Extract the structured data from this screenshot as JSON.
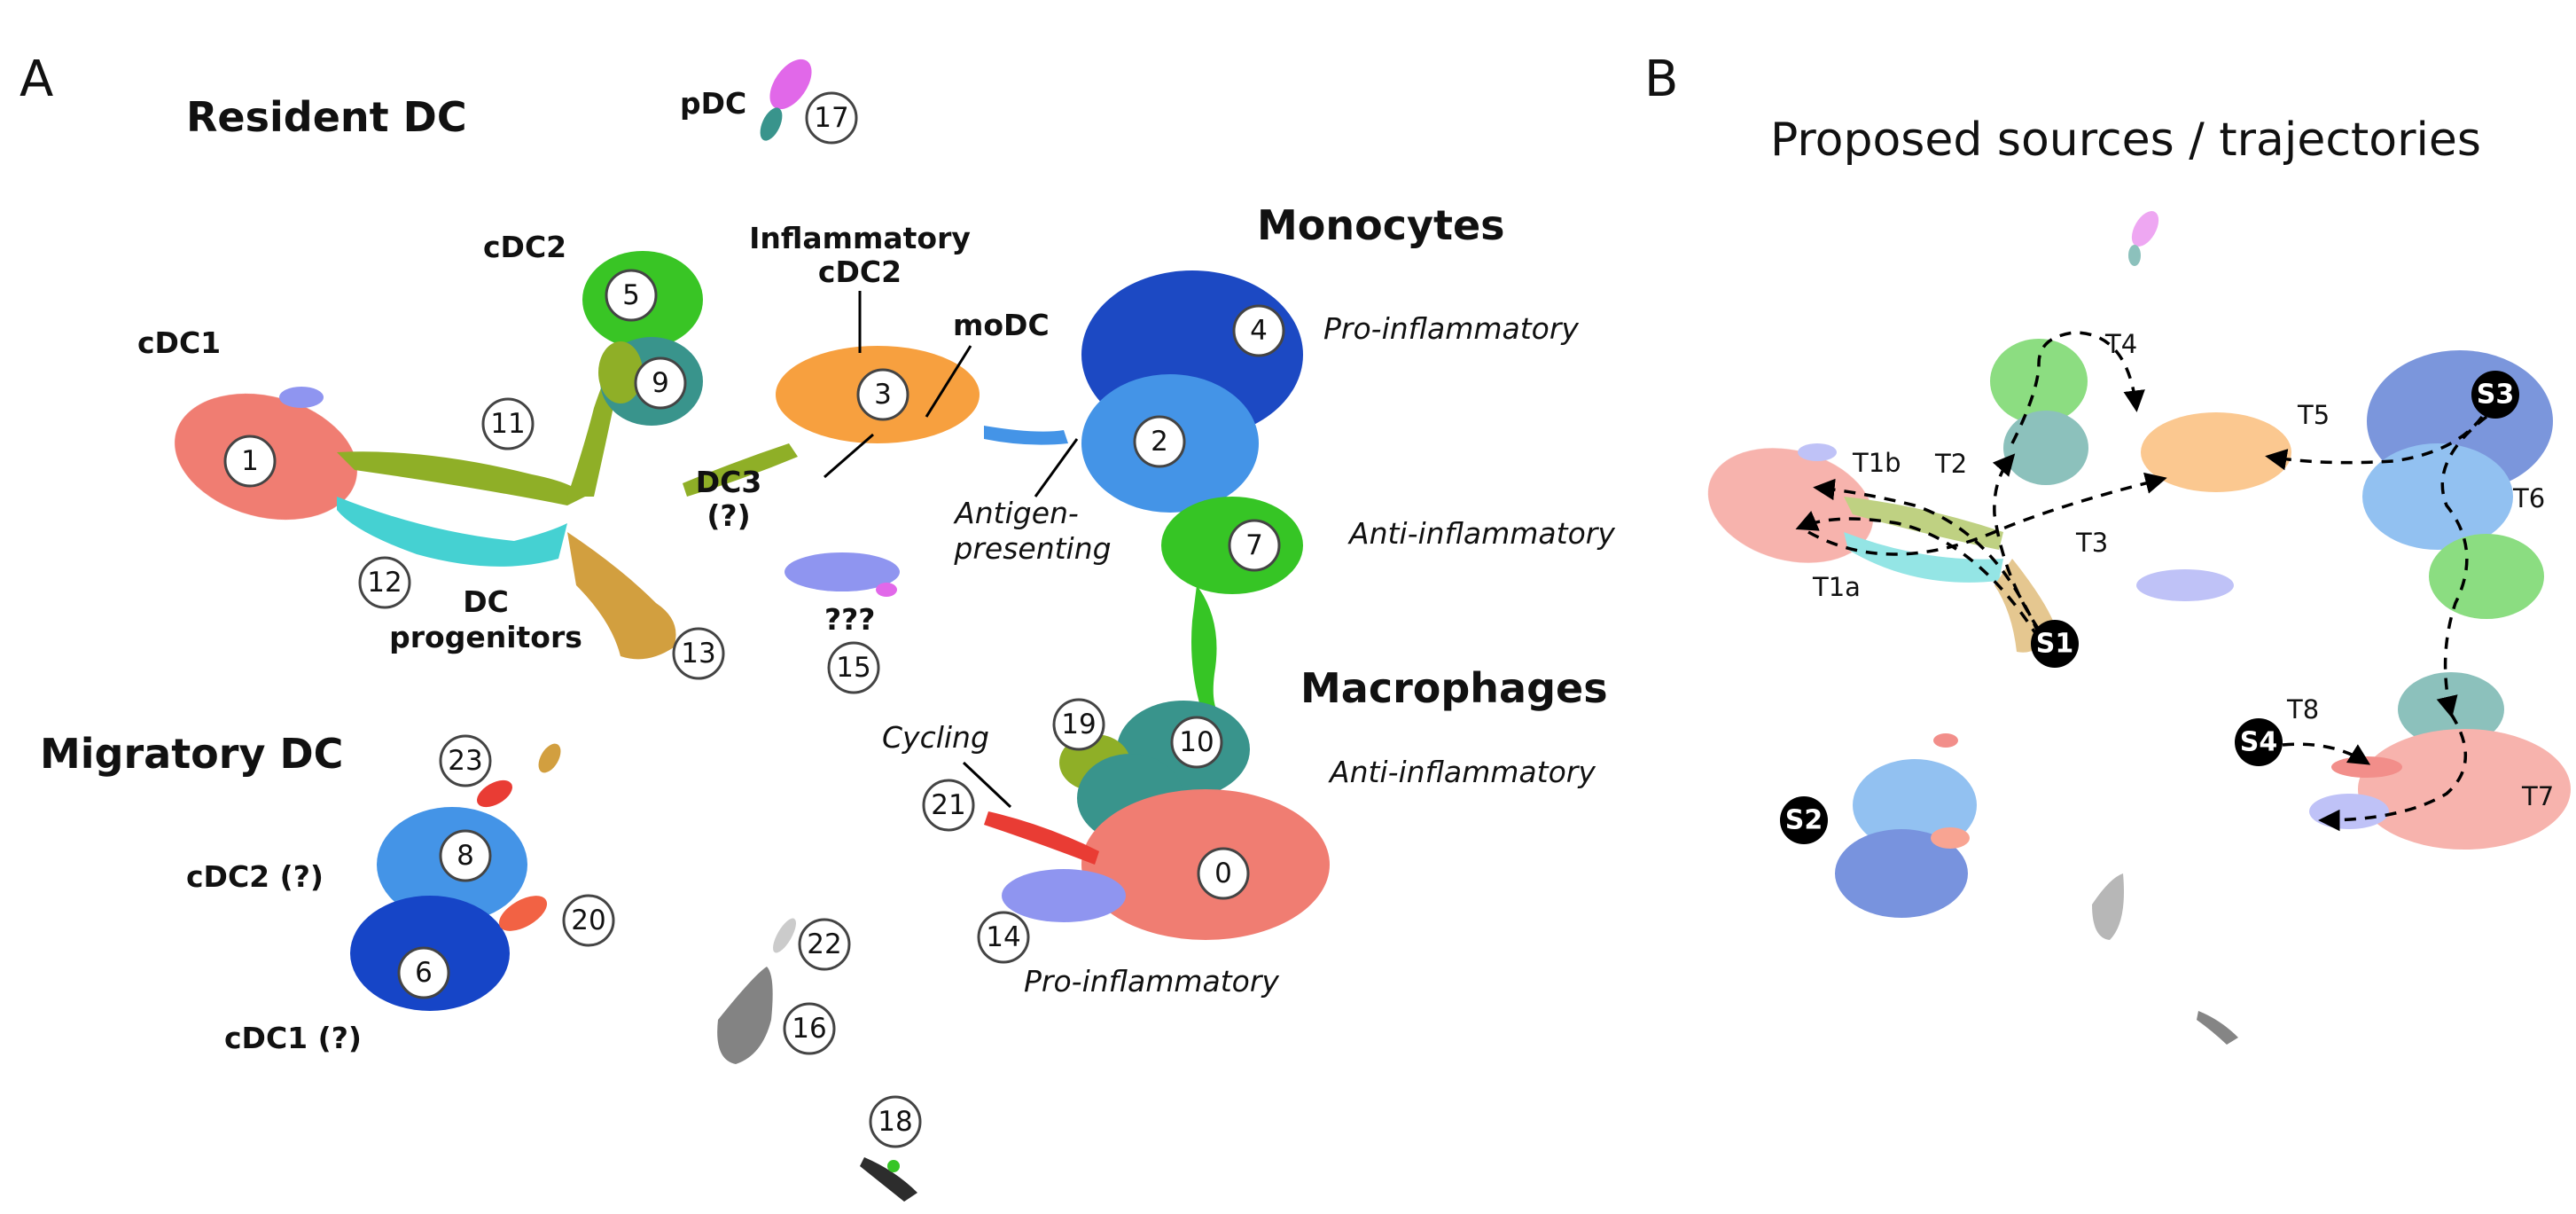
{
  "panels": {
    "a_letter": "A",
    "b_letter": "B",
    "b_title": "Proposed sources / trajectories"
  },
  "groups": {
    "resident_dc": "Resident DC",
    "migratory_dc": "Migratory DC",
    "monocytes": "Monocytes",
    "macrophages": "Macrophages"
  },
  "labels": {
    "pdc": "pDC",
    "cdc2": "cDC2",
    "cdc1": "cDC1",
    "inflam_1": "Inflammatory",
    "inflam_2": "cDC2",
    "modc": "moDC",
    "dc3_1": "DC3",
    "dc3_2": "(?)",
    "progen_1": "DC",
    "progen_2": "progenitors",
    "unknown": "???",
    "cdc2_q": "cDC2 (?)",
    "cdc1_q": "cDC1 (?)",
    "pro_inflam_mono": "Pro-inflammatory",
    "anti_inflam_mono": "Anti-inflammatory",
    "antigen_1": "Antigen-",
    "antigen_2": "presenting",
    "anti_inflam_mac": "Anti-inflammatory",
    "pro_inflam_mac": "Pro-inflammatory",
    "cycling": "Cycling"
  },
  "clusters": [
    {
      "id": "0",
      "color": "#f0766b"
    },
    {
      "id": "1",
      "color": "#f0766b"
    },
    {
      "id": "2",
      "color": "#3a8fe6"
    },
    {
      "id": "3",
      "color": "#f79b35"
    },
    {
      "id": "4",
      "color": "#1040c0"
    },
    {
      "id": "5",
      "color": "#2fc21a"
    },
    {
      "id": "6",
      "color": "#0a3bc4"
    },
    {
      "id": "7",
      "color": "#2cc21a"
    },
    {
      "id": "8",
      "color": "#3a8fe6"
    },
    {
      "id": "9",
      "color": "#2f8f86"
    },
    {
      "id": "10",
      "color": "#2f8f86"
    },
    {
      "id": "11",
      "color": "#8aab1c"
    },
    {
      "id": "12",
      "color": "#3ccfd0"
    },
    {
      "id": "13",
      "color": "#d09a35"
    },
    {
      "id": "14",
      "color": "#8a90f0"
    },
    {
      "id": "15",
      "color": "#8a90f0"
    },
    {
      "id": "16",
      "color": "#7d7d7d"
    },
    {
      "id": "17",
      "color": "#e060e8"
    },
    {
      "id": "18",
      "color": "#222222"
    },
    {
      "id": "19",
      "color": "#8aab1c"
    },
    {
      "id": "20",
      "color": "#f25a3a"
    },
    {
      "id": "21",
      "color": "#e8322a"
    },
    {
      "id": "22",
      "color": "#c9c9c9"
    },
    {
      "id": "23",
      "color": "#e8322a"
    }
  ],
  "sources": [
    "S1",
    "S2",
    "S3",
    "S4"
  ],
  "trajectories": [
    "T1a",
    "T1b",
    "T2",
    "T3",
    "T4",
    "T5",
    "T6",
    "T7",
    "T8"
  ]
}
